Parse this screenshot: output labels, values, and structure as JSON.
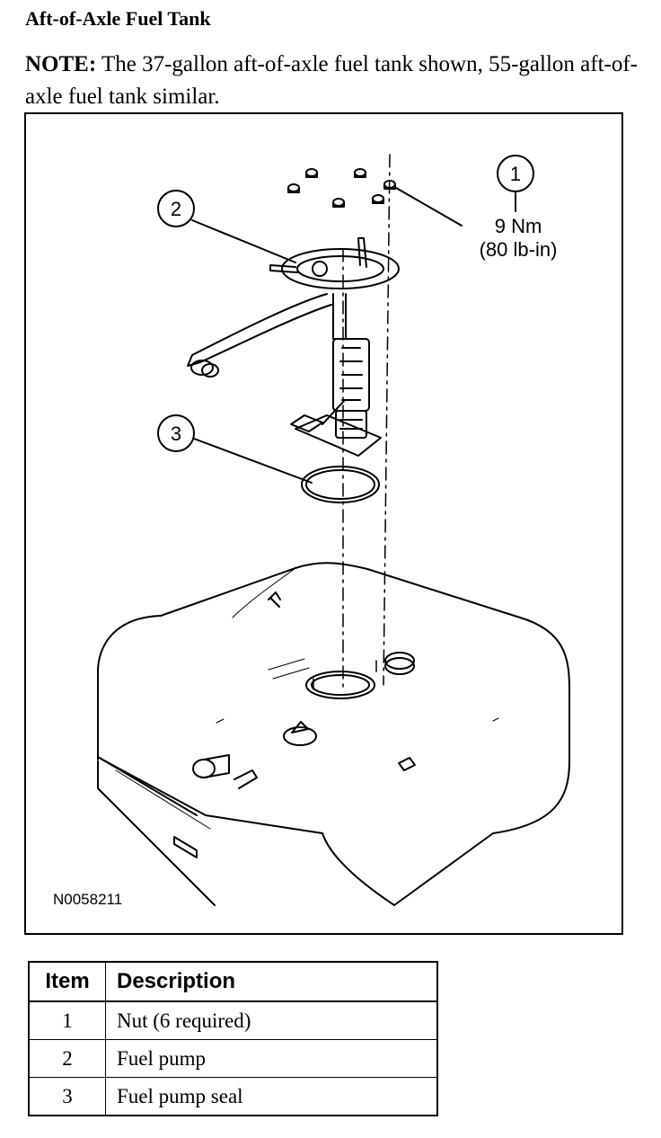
{
  "heading": "Aft-of-Axle Fuel Tank",
  "note": {
    "label": "NOTE:",
    "text": " The 37-gallon aft-of-axle fuel tank shown, 55-gallon aft-of-axle fuel tank similar."
  },
  "figure": {
    "id": "N0058211",
    "callouts": [
      "1",
      "2",
      "3"
    ],
    "torque_nm": "9 Nm",
    "torque_lbin": "(80 lb-in)"
  },
  "table": {
    "headers": [
      "Item",
      "Description"
    ],
    "rows": [
      {
        "item": "1",
        "description": "Nut (6 required)"
      },
      {
        "item": "2",
        "description": "Fuel pump"
      },
      {
        "item": "3",
        "description": "Fuel pump seal"
      }
    ]
  }
}
